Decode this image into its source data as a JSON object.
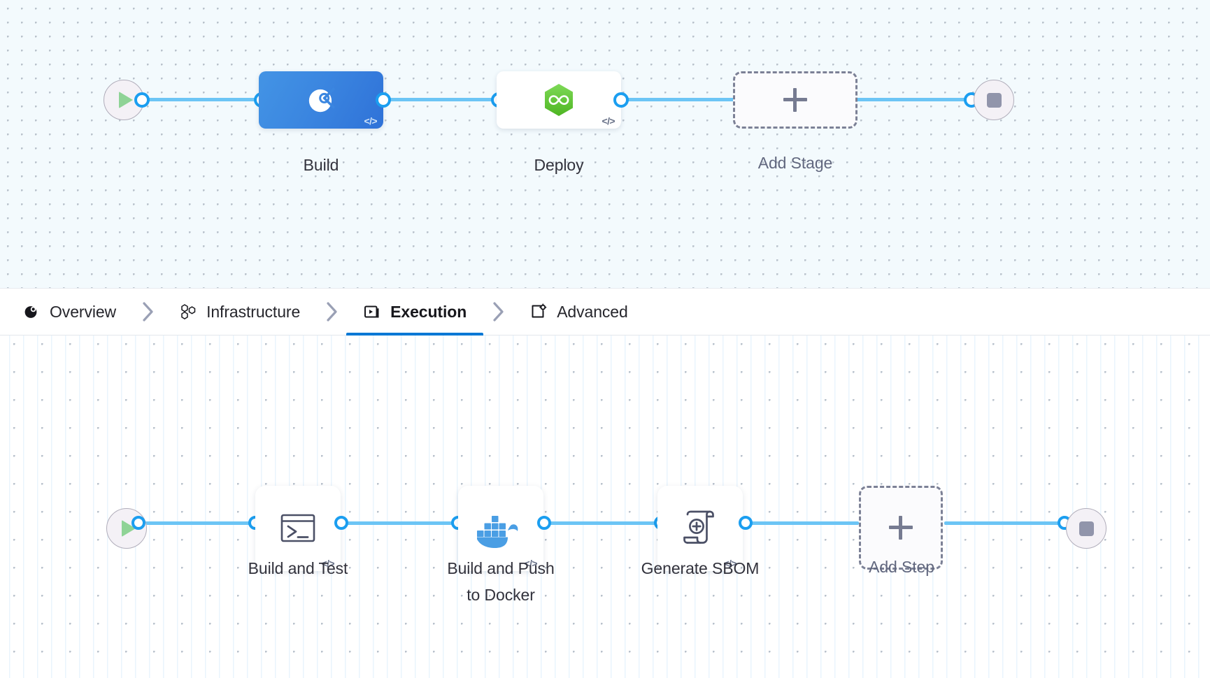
{
  "stage_canvas": {
    "name": "pipeline-stage-canvas",
    "start_node": {
      "icon": "play-icon",
      "label": "Start"
    },
    "end_node": {
      "icon": "stop-icon",
      "label": "End"
    },
    "nodes": [
      {
        "id": "build",
        "label": "Build",
        "icon": "harness-ci-icon",
        "badge": "</>",
        "type": "stage",
        "selected": true
      },
      {
        "id": "deploy",
        "label": "Deploy",
        "icon": "harness-cd-hexagon-icon",
        "badge": "</>",
        "type": "stage",
        "selected": false
      }
    ],
    "add_stage": {
      "label": "Add Stage",
      "icon": "plus-icon"
    }
  },
  "tab_bar": {
    "name": "stage-config-tabs",
    "separator": "chevron-right-icon",
    "tabs": [
      {
        "id": "overview",
        "label": "Overview",
        "icon": "overview-icon",
        "active": false
      },
      {
        "id": "infrastructure",
        "label": "Infrastructure",
        "icon": "infrastructure-icon",
        "active": false
      },
      {
        "id": "execution",
        "label": "Execution",
        "icon": "execution-icon",
        "active": true
      },
      {
        "id": "advanced",
        "label": "Advanced",
        "icon": "advanced-icon",
        "active": false
      }
    ]
  },
  "step_canvas": {
    "name": "execution-step-canvas",
    "start_node": {
      "icon": "play-icon",
      "label": "Start"
    },
    "end_node": {
      "icon": "stop-icon",
      "label": "End"
    },
    "steps": [
      {
        "id": "build-and-test",
        "label": "Build and Test",
        "icon": "terminal-icon",
        "badge": "</>"
      },
      {
        "id": "build-and-push-docker",
        "label": "Build and Push\nto Docker",
        "icon": "docker-icon",
        "badge": "</>"
      },
      {
        "id": "generate-sbom",
        "label": "Generate SBOM",
        "icon": "sbom-scroll-icon",
        "badge": "</>"
      }
    ],
    "add_step": {
      "label": "Add Step",
      "icon": "plus-icon"
    }
  },
  "colors": {
    "edge": "#6cc5f5",
    "port_stroke": "#1b9ef0",
    "active_tab_underline": "#0278d5",
    "build_node_blue": "#3b86e0",
    "deploy_hex_green": "#6cc644",
    "docker_blue": "#4a9ee4",
    "play_green": "#8fd396",
    "stop_gray": "#9195ab",
    "stage_canvas_bg": "#f3fafd",
    "step_canvas_bg": "#ffffff"
  }
}
